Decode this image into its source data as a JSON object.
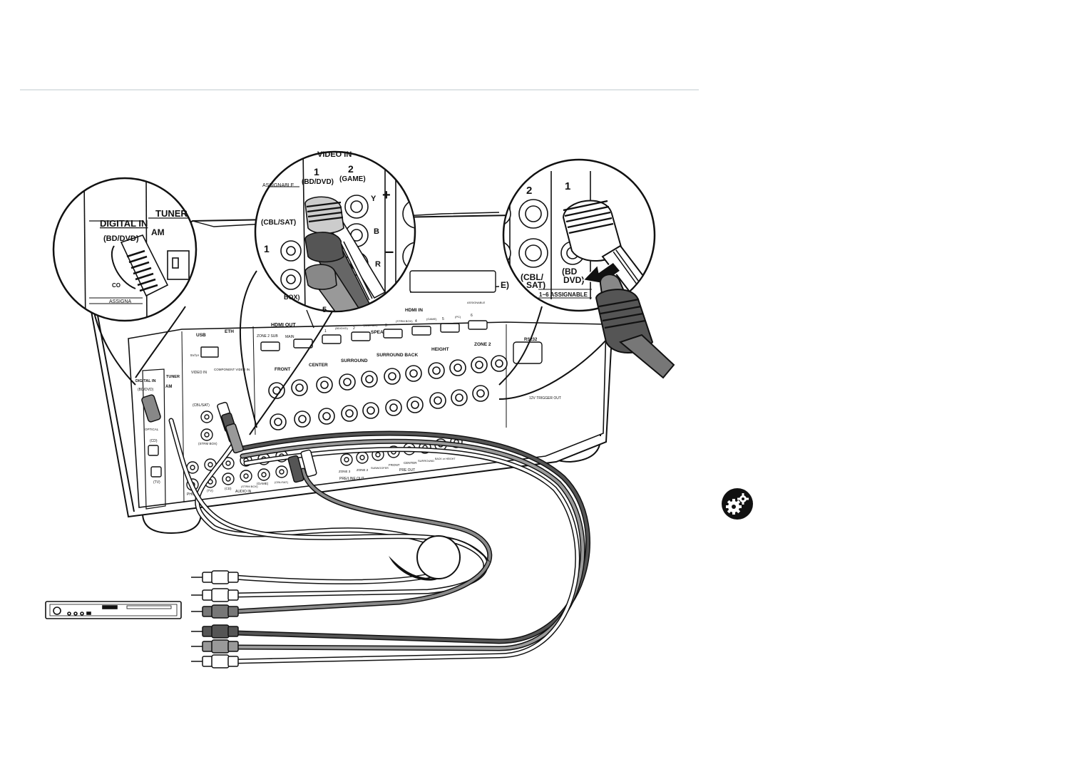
{
  "zoom_left": {
    "digital_in": "DIGITAL IN",
    "tuner": "TUNER",
    "bd_dvd": "(BD/DVD)",
    "am": "AM",
    "coaxial_short": "CO",
    "assignable_short": "ASSIGNA"
  },
  "zoom_center": {
    "video_in": "VIDEO IN",
    "n1": "1",
    "n2": "2",
    "bd_dvd": "(BD/DVD)",
    "game": "(GAME)",
    "assignable": "ASSIGNABLE",
    "cbl_sat": "(CBL/SAT)",
    "n1_left": "1",
    "y": "Y",
    "plus": "+",
    "b": "B",
    "minus": "–",
    "r": "R",
    "box": "BOX)",
    "n5": "5"
  },
  "zoom_right": {
    "n2": "2",
    "n1": "1",
    "cbl_sat_1": "(CBL/",
    "cbl_sat_2": "SAT)",
    "bd_1": "(BD",
    "bd_2": "DVD)",
    "e_short": "E)",
    "assignable": "1~6 ASSIGNABLE"
  },
  "panel": {
    "usb": "USB",
    "usb_rating": "5V/1A",
    "ethernet_short": "ETH",
    "hdmi_out": "HDMI OUT",
    "zone2_sub": "ZONE 2 SUB",
    "main": "MAIN",
    "hdmi_in": "HDMI IN",
    "hdmi_labels": [
      "1",
      "(BD/DVD)",
      "2",
      "(CBL/SAT)",
      "3",
      "(STRM BOX)",
      "4",
      "(GAME)",
      "5",
      "(PC)",
      "6"
    ],
    "assignable": "ASSIGNABLE",
    "rs232": "RS232",
    "speakers": "SPEAKERS",
    "front": "FRONT",
    "center": "CENTER",
    "surround": "SURROUND",
    "surround_back": "SURROUND BACK",
    "height": "HEIGHT",
    "zone2": "ZONE 2",
    "digital_in": "DIGITAL IN",
    "tuner": "TUNER",
    "bd_dvd": "(BD/DVD)",
    "am": "AM",
    "optical": "OPTICAL",
    "cd": "(CD)",
    "tv": "(TV)",
    "video_in": "VIDEO IN",
    "component_video_in": "COMPONENT VIDEO IN",
    "cbl_sat": "(CBL/SAT)",
    "strm_box": "(STRM BOX)",
    "phono": "PHONO",
    "audio_in": "AUDIO IN",
    "audio_in_labels": [
      "(TV)",
      "(CD)",
      "(STRM BOX)",
      "(GAME)",
      "(CBL/SAT)"
    ],
    "zone3": "ZONE 3",
    "zone2_pre": "ZONE 2",
    "subwoofer": "SUBWOOFER",
    "front_pre": "FRONT",
    "center_pre": "CENTER",
    "surround_pre": "SURROUND",
    "back_height": "BACK or HEIGHT",
    "pre_line_out": "PRE/LINE OUT",
    "pre_out": "PRE OUT",
    "trigger_out": "12V TRIGGER OUT"
  },
  "colors": {
    "line": "#111111",
    "cable_dark": "#555555",
    "cable_mid": "#9a9a9a",
    "cable_light": "#ffffff",
    "rule": "#c9d3d6"
  },
  "icons": {
    "settings": "gears-icon"
  }
}
